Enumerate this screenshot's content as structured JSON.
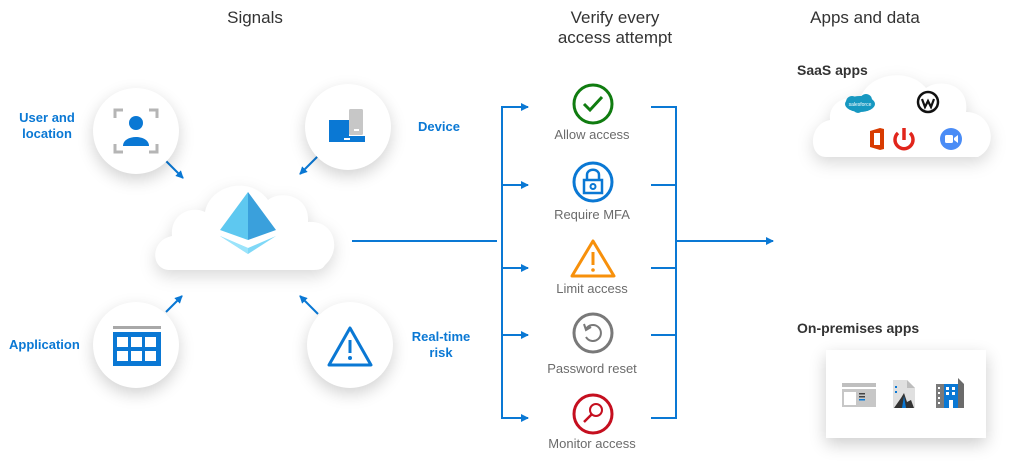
{
  "headings": {
    "signals": "Signals",
    "verify_line1": "Verify every",
    "verify_line2": "access attempt",
    "apps": "Apps and data"
  },
  "signals": [
    {
      "label_lines": [
        "User and",
        "location"
      ],
      "icon": "user-location-icon"
    },
    {
      "label_lines": [
        "Device"
      ],
      "icon": "device-icon"
    },
    {
      "label_lines": [
        "Application"
      ],
      "icon": "application-icon"
    },
    {
      "label_lines": [
        "Real-time",
        "risk"
      ],
      "icon": "warning-icon"
    }
  ],
  "central": {
    "icon": "azure-ad-pyramid-icon"
  },
  "actions": [
    {
      "label": "Allow access",
      "icon": "checkmark-icon",
      "color": "#107c10"
    },
    {
      "label": "Require MFA",
      "icon": "lock-icon",
      "color": "#0a78d4"
    },
    {
      "label": "Limit access",
      "icon": "warning-icon",
      "color": "#f7900b"
    },
    {
      "label": "Password reset",
      "icon": "reset-icon",
      "color": "#797979"
    },
    {
      "label": "Monitor access",
      "icon": "magnifier-icon",
      "color": "#c50f1f"
    }
  ],
  "apps": {
    "saas_title": "SaaS apps",
    "saas_icons": [
      "salesforce-icon",
      "workplace-icon",
      "office-icon",
      "power-icon",
      "zoom-icon"
    ],
    "salesforce_text": "salesforce",
    "onprem_title": "On-premises apps",
    "onprem_icons": [
      "web-app-icon",
      "document-chart-icon",
      "building-icon"
    ]
  },
  "colors": {
    "accent": "#0a78d4",
    "heading": "#333333",
    "label": "#6b6b6b"
  }
}
